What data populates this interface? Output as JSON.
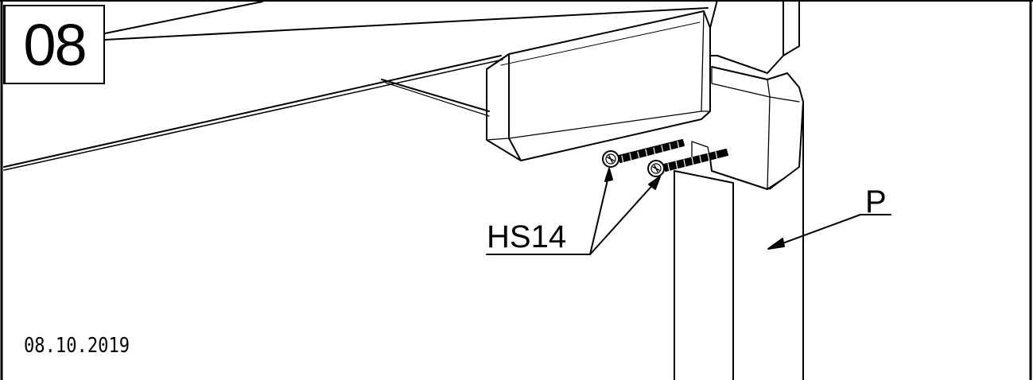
{
  "step_number": "08",
  "date": "08.10.2019",
  "callouts": {
    "screw_label": "HS14",
    "panel_label": "P"
  },
  "icons": [
    "screw-icon",
    "arrow-icon"
  ]
}
